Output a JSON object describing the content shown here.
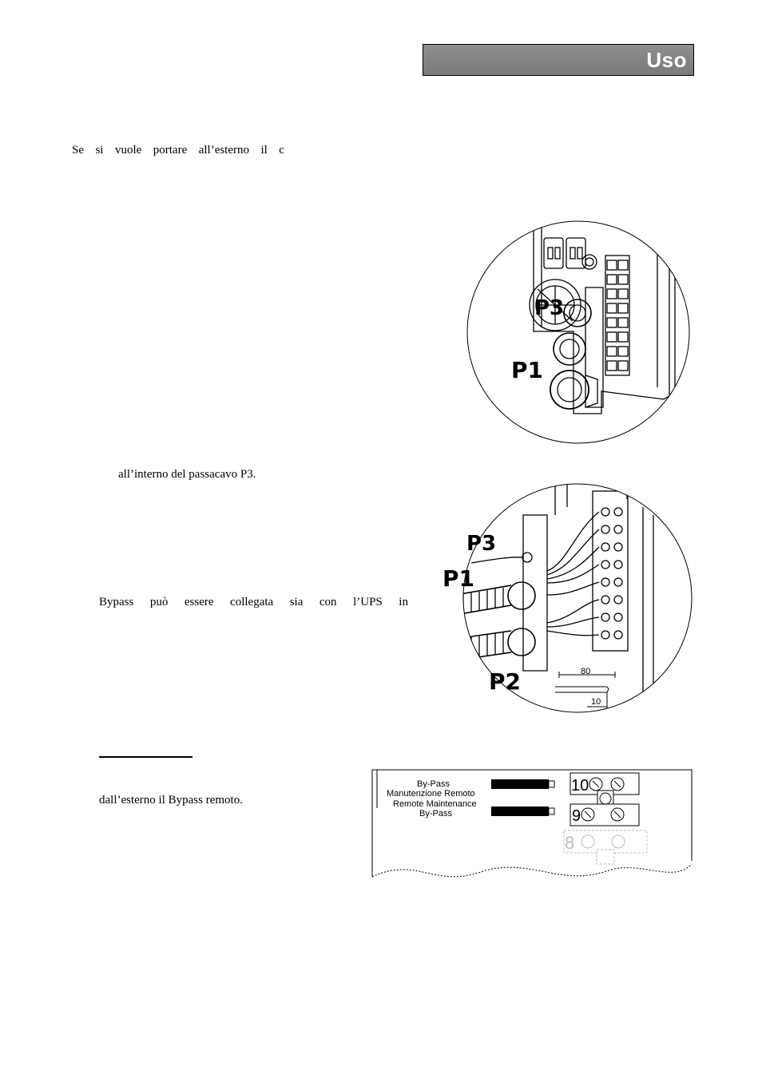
{
  "header": {
    "title": "Uso"
  },
  "paragraphs": {
    "p1_words": [
      "Se",
      "si",
      "vuole",
      "portare",
      "all’esterno",
      "il",
      "c"
    ],
    "p2": "all’interno del passacavo P3.",
    "p3_words": [
      "Bypass",
      "può",
      "essere",
      "collegata",
      "sia",
      "con",
      "l’UPS",
      "in"
    ],
    "p4": "dall’esterno il Bypass remoto."
  },
  "figure1": {
    "labels": {
      "p3": "P3",
      "p1": "P1"
    }
  },
  "figure2": {
    "labels": {
      "p3": "P3",
      "p1": "P1",
      "p2": "P2"
    },
    "dim_80": "80",
    "dim_10": "10"
  },
  "figure3": {
    "line1": "By-Pass",
    "line2": "Manutenzione Remoto",
    "line3": "Remote Maintenance",
    "line4": "By-Pass",
    "terminal_10": "10",
    "terminal_9": "9",
    "terminal_8": "8"
  }
}
